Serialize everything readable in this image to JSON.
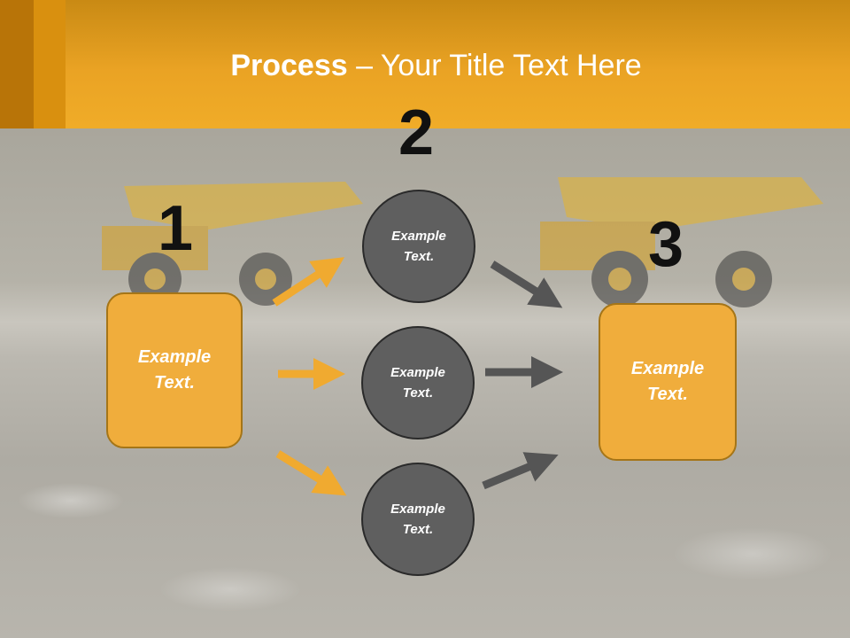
{
  "title": {
    "bold": "Process",
    "rest": " – Your Title Text Here"
  },
  "steps": {
    "one": "1",
    "two": "2",
    "three": "3"
  },
  "boxes": {
    "left": "Example Text.",
    "right": "Example Text."
  },
  "circles": {
    "top": "Example Text.",
    "middle": "Example Text.",
    "bottom": "Example Text."
  },
  "colors": {
    "header": "#f0ac28",
    "box_fill": "#f0ad3c",
    "circle_fill": "#5f5f5f",
    "orange_arrow": "#f0aa30",
    "gray_arrow": "#555555"
  }
}
